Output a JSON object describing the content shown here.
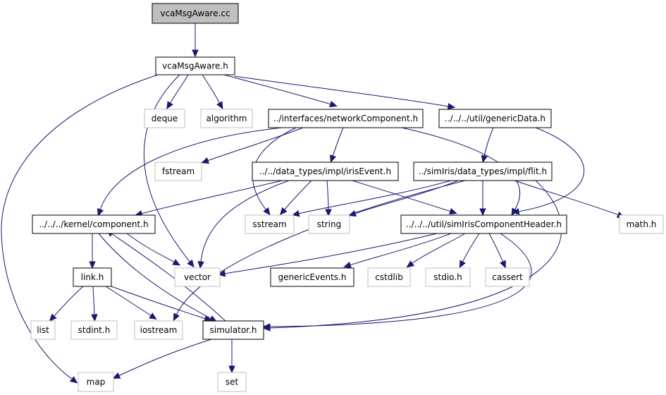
{
  "nodes": [
    {
      "id": "vcaMsgAware_cc",
      "label": "vcaMsgAware.cc",
      "style": "root"
    },
    {
      "id": "vcaMsgAware_h",
      "label": "vcaMsgAware.h",
      "style": "local"
    },
    {
      "id": "deque",
      "label": "deque",
      "style": "system"
    },
    {
      "id": "algorithm",
      "label": "algorithm",
      "style": "system"
    },
    {
      "id": "networkComponent_h",
      "label": "../interfaces/networkComponent.h",
      "style": "local"
    },
    {
      "id": "genericData_h",
      "label": "../../../util/genericData.h",
      "style": "local"
    },
    {
      "id": "fstream",
      "label": "fstream",
      "style": "system"
    },
    {
      "id": "irisEvent_h",
      "label": "../../data_types/impl/irisEvent.h",
      "style": "local"
    },
    {
      "id": "flit_h",
      "label": "../simIris/data_types/impl/flit.h",
      "style": "local"
    },
    {
      "id": "component_h",
      "label": "../../../kernel/component.h",
      "style": "local"
    },
    {
      "id": "sstream",
      "label": "sstream",
      "style": "system"
    },
    {
      "id": "string",
      "label": "string",
      "style": "system"
    },
    {
      "id": "simIrisComponentHeader_h",
      "label": "../../../util/simIrisComponentHeader.h",
      "style": "local"
    },
    {
      "id": "math_h",
      "label": "math.h",
      "style": "system"
    },
    {
      "id": "link_h",
      "label": "link.h",
      "style": "local"
    },
    {
      "id": "vector",
      "label": "vector",
      "style": "system"
    },
    {
      "id": "genericEvents_h",
      "label": "genericEvents.h",
      "style": "local"
    },
    {
      "id": "cstdlib",
      "label": "cstdlib",
      "style": "system"
    },
    {
      "id": "stdio_h",
      "label": "stdio.h",
      "style": "system"
    },
    {
      "id": "cassert",
      "label": "cassert",
      "style": "system"
    },
    {
      "id": "list",
      "label": "list",
      "style": "system"
    },
    {
      "id": "stdint_h",
      "label": "stdint.h",
      "style": "system"
    },
    {
      "id": "iostream",
      "label": "iostream",
      "style": "system"
    },
    {
      "id": "simulator_h",
      "label": "simulator.h",
      "style": "local"
    },
    {
      "id": "map",
      "label": "map",
      "style": "system"
    },
    {
      "id": "set",
      "label": "set",
      "style": "system"
    }
  ],
  "edges": [
    {
      "from": "vcaMsgAware_cc",
      "to": "vcaMsgAware_h"
    },
    {
      "from": "vcaMsgAware_h",
      "to": "deque"
    },
    {
      "from": "vcaMsgAware_h",
      "to": "algorithm"
    },
    {
      "from": "vcaMsgAware_h",
      "to": "networkComponent_h"
    },
    {
      "from": "vcaMsgAware_h",
      "to": "genericData_h"
    },
    {
      "from": "vcaMsgAware_h",
      "to": "vector"
    },
    {
      "from": "vcaMsgAware_h",
      "to": "map"
    },
    {
      "from": "networkComponent_h",
      "to": "fstream"
    },
    {
      "from": "networkComponent_h",
      "to": "irisEvent_h"
    },
    {
      "from": "networkComponent_h",
      "to": "component_h"
    },
    {
      "from": "networkComponent_h",
      "to": "sstream"
    },
    {
      "from": "networkComponent_h",
      "to": "simIrisComponentHeader_h"
    },
    {
      "from": "genericData_h",
      "to": "flit_h"
    },
    {
      "from": "genericData_h",
      "to": "simIrisComponentHeader_h"
    },
    {
      "from": "irisEvent_h",
      "to": "component_h"
    },
    {
      "from": "irisEvent_h",
      "to": "sstream"
    },
    {
      "from": "irisEvent_h",
      "to": "string"
    },
    {
      "from": "irisEvent_h",
      "to": "simIrisComponentHeader_h"
    },
    {
      "from": "irisEvent_h",
      "to": "vector"
    },
    {
      "from": "flit_h",
      "to": "sstream"
    },
    {
      "from": "flit_h",
      "to": "string"
    },
    {
      "from": "flit_h",
      "to": "simIrisComponentHeader_h"
    },
    {
      "from": "flit_h",
      "to": "math_h"
    },
    {
      "from": "flit_h",
      "to": "iostream"
    },
    {
      "from": "flit_h",
      "to": "simulator_h"
    },
    {
      "from": "component_h",
      "to": "link_h"
    },
    {
      "from": "component_h",
      "to": "vector"
    },
    {
      "from": "component_h",
      "to": "simulator_h"
    },
    {
      "from": "simIrisComponentHeader_h",
      "to": "vector"
    },
    {
      "from": "simIrisComponentHeader_h",
      "to": "genericEvents_h"
    },
    {
      "from": "simIrisComponentHeader_h",
      "to": "cstdlib"
    },
    {
      "from": "simIrisComponentHeader_h",
      "to": "stdio_h"
    },
    {
      "from": "simIrisComponentHeader_h",
      "to": "cassert"
    },
    {
      "from": "simIrisComponentHeader_h",
      "to": "simulator_h"
    },
    {
      "from": "link_h",
      "to": "list"
    },
    {
      "from": "link_h",
      "to": "stdint_h"
    },
    {
      "from": "link_h",
      "to": "iostream"
    },
    {
      "from": "link_h",
      "to": "simulator_h"
    },
    {
      "from": "simulator_h",
      "to": "component_h"
    },
    {
      "from": "simulator_h",
      "to": "map"
    },
    {
      "from": "simulator_h",
      "to": "set"
    }
  ],
  "colors": {
    "edge": "#191970",
    "root_fill": "#bfbfbf",
    "local_border": "#000000",
    "system_border": "#bfbfbf",
    "system_text": "#000000"
  }
}
